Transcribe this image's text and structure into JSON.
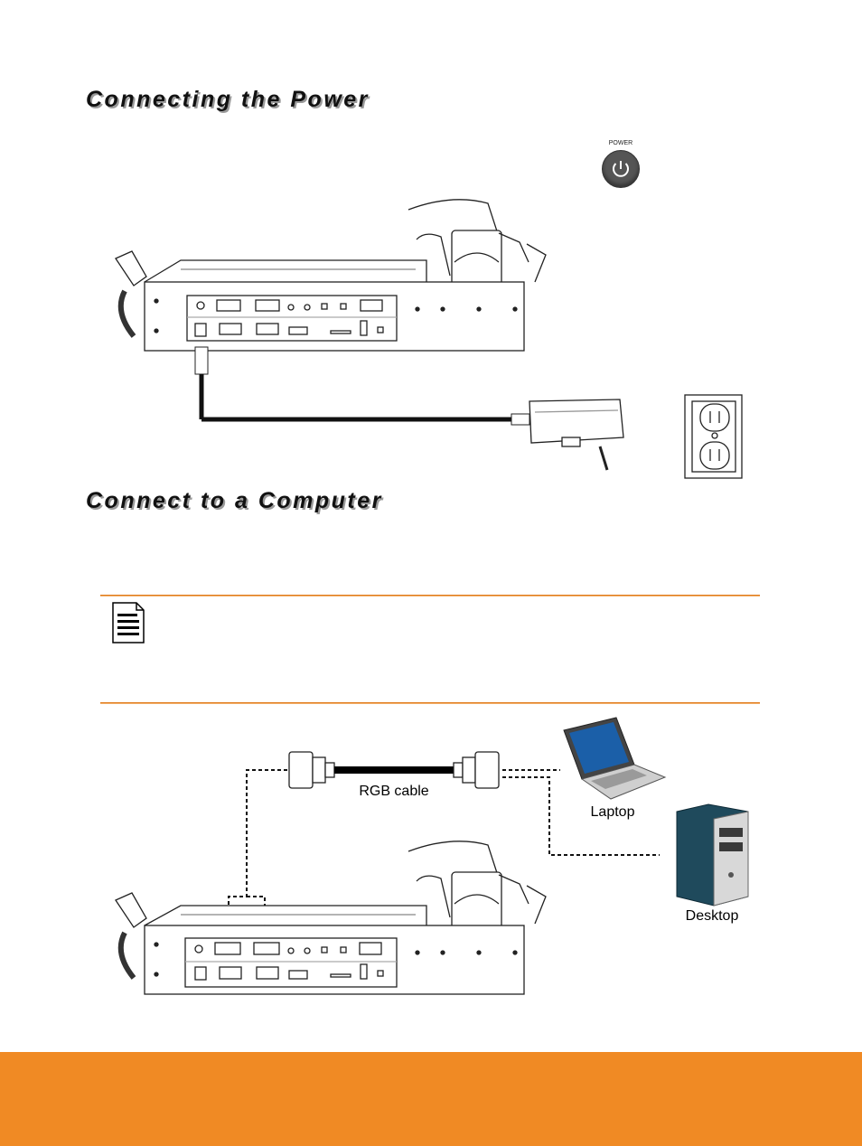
{
  "sections": {
    "power": {
      "title": "Connecting the Power"
    },
    "computer": {
      "title": "Connect to a Computer"
    }
  },
  "power_button": {
    "label": "POWER",
    "icon": "power-icon"
  },
  "diagram_labels": {
    "cable": "RGB cable",
    "laptop": "Laptop",
    "desktop": "Desktop"
  },
  "note": {
    "icon": "note-icon"
  },
  "colors": {
    "accent": "#f08a24",
    "rule": "#e07a1a",
    "laptop_screen": "#1b5fa8",
    "desktop_case": "#1f4a5c"
  }
}
